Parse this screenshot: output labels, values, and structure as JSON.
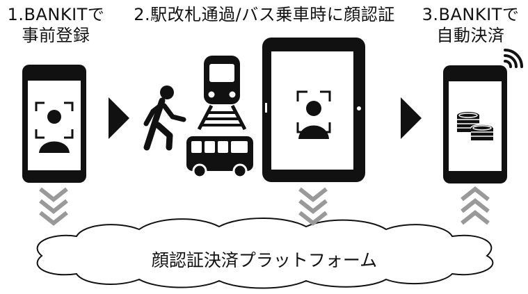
{
  "steps": [
    {
      "line1": "1.BANKITで",
      "line2": "事前登録"
    },
    {
      "line1": "2.駅改札通過/バス乗車時に顔認証"
    },
    {
      "line1": "3.BANKITで",
      "line2": "自動決済"
    }
  ],
  "platform": {
    "label": "顔認証決済プラットフォーム"
  },
  "icons": {
    "phone_register": "smartphone-face-icon",
    "pedestrian": "walking-person-icon",
    "train": "train-icon",
    "bus": "bus-icon",
    "tablet": "tablet-face-icon",
    "phone_pay": "smartphone-coins-icon",
    "signal": "wireless-signal-icon",
    "arrow": "right-arrow-icon",
    "down_chevrons": "double-chevron-down-icon",
    "up_chevrons": "double-chevron-up-icon",
    "cloud": "cloud-icon"
  },
  "colors": {
    "ink": "#111111",
    "chevron_gray": "#999999",
    "background": "#ffffff"
  }
}
